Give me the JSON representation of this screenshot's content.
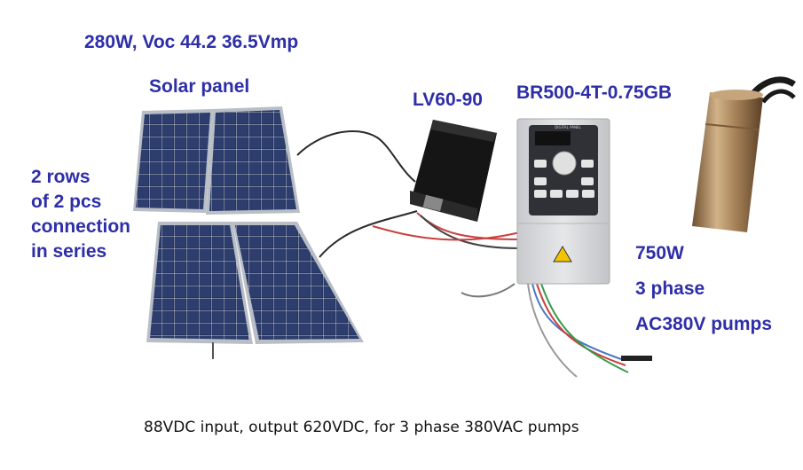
{
  "labels": {
    "panel_spec": "280W, Voc 44.2 36.5Vmp",
    "panel_name": "Solar panel",
    "converter": "LV60-90",
    "inverter": "BR500-4T-0.75GB",
    "arrangement": [
      "2 rows",
      "of 2 pcs",
      "connection",
      "in series"
    ],
    "pump": [
      "750W",
      "3 phase",
      "AC380V pumps"
    ]
  },
  "caption": "88VDC input, output 620VDC, for 3 phase 380VAC pumps",
  "inverter_panel_text": "DIGITAL PANEL",
  "colors": {
    "label": "#2e2ea8",
    "panel_cell": "#25335e",
    "panel_frame": "#b9bec6",
    "converter_body": "#151515",
    "inverter_body": "#d9dadc",
    "inverter_keypad": "#2f3136",
    "pump_body": "#a8845a",
    "warning": "#f2c400"
  }
}
